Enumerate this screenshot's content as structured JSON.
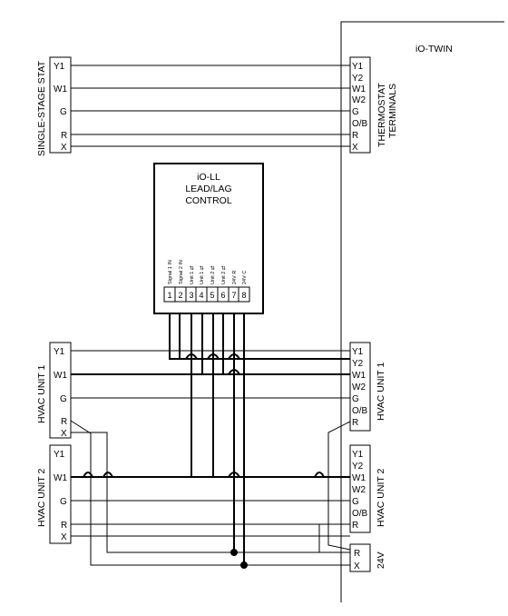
{
  "io_twin": {
    "title": "iO-TWIN"
  },
  "stat": {
    "label": "SINGLE-STAGE STAT",
    "terminals": [
      "Y1",
      "W1",
      "G",
      "R",
      "X"
    ]
  },
  "thermostat_terminals": {
    "label_line1": "THERMOSTAT",
    "label_line2": "TERMINALS",
    "terminals": [
      "Y1",
      "Y2",
      "W1",
      "W2",
      "G",
      "O/B",
      "R",
      "X"
    ]
  },
  "io_ll": {
    "title_line1": "iO-LL",
    "title_line2": "LEAD/LAG",
    "title_line3": "CONTROL",
    "pin_labels": [
      "Signal 1 IN",
      "Signal 2 IN",
      "Unit 1 ⇄",
      "Unit 1 ⇄",
      "Unit 2 ⇄",
      "Unit 2 ⇄",
      "24V R",
      "24V C"
    ],
    "pins": [
      "1",
      "2",
      "3",
      "4",
      "5",
      "6",
      "7",
      "8"
    ]
  },
  "hvac1_left": {
    "label": "HVAC UNIT 1",
    "terminals": [
      "Y1",
      "W1",
      "G",
      "R",
      "X"
    ]
  },
  "hvac2_left": {
    "label": "HVAC UNIT 2",
    "terminals": [
      "Y1",
      "W1",
      "G",
      "R",
      "X"
    ]
  },
  "hvac1_right": {
    "label": "HVAC UNIT 1",
    "terminals": [
      "Y1",
      "Y2",
      "W1",
      "W2",
      "G",
      "O/B",
      "R"
    ]
  },
  "hvac2_right": {
    "label": "HVAC UNIT 2",
    "terminals": [
      "Y1",
      "Y2",
      "W1",
      "W2",
      "G",
      "O/B",
      "R"
    ]
  },
  "power": {
    "label": "24V",
    "terminals": [
      "R",
      "X"
    ]
  }
}
